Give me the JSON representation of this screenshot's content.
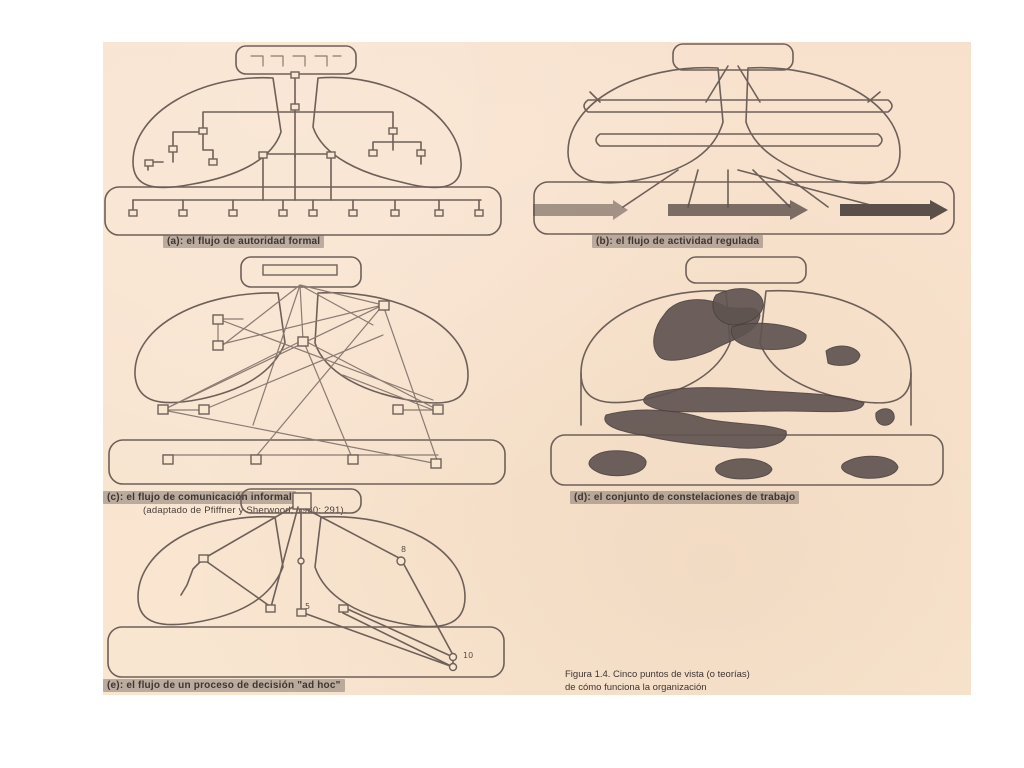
{
  "panels": [
    {
      "id": "a",
      "caption": "(a): el flujo de autoridad formal"
    },
    {
      "id": "b",
      "caption": "(b): el flujo de actividad regulada"
    },
    {
      "id": "c",
      "caption": "(c): el flujo de comunicación informal",
      "subcaption": "(adaptado de Pfiffner y Sherwood, 1960: 291)."
    },
    {
      "id": "d",
      "caption": "(d): el conjunto de constelaciones de trabajo"
    },
    {
      "id": "e",
      "caption": "(e): el flujo de un proceso de decisión \"ad hoc\""
    }
  ],
  "figure_caption": {
    "line1": "Figura 1.4.  Cinco puntos de vista (o teorías)",
    "line2": "de cómo funciona la organización"
  },
  "node_labels": {
    "e_top": "8",
    "e_mid": "5",
    "e_right": "10"
  },
  "colors": {
    "paper": "#f7e4cf",
    "ink": "#6e615a",
    "blob": "#615552"
  }
}
